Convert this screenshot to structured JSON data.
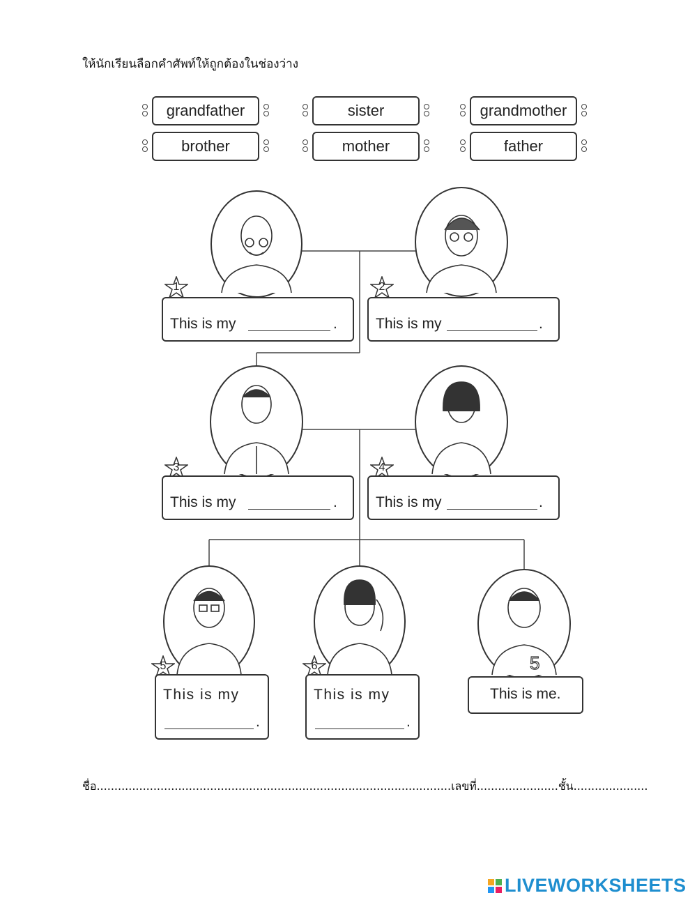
{
  "instruction": "ให้นักเรียนลือกคำศัพท์ให้ถูกต้องในช่องว่าง",
  "word_bank": [
    "grandfather",
    "sister",
    "grandmother",
    "brother",
    "mother",
    "father"
  ],
  "cards": [
    {
      "number": "1",
      "text": "This is my",
      "tail": "."
    },
    {
      "number": "2",
      "text": "This is my",
      "tail": "."
    },
    {
      "number": "3",
      "text": "This is my",
      "tail": "."
    },
    {
      "number": "4",
      "text": "This is my",
      "tail": "."
    },
    {
      "number": "5",
      "text": "This is my",
      "tail": "."
    },
    {
      "number": "6",
      "text": "This is my",
      "tail": "."
    }
  ],
  "me_card": "This is me.",
  "footer": {
    "name_label": "ชื่อ",
    "number_label": "เลขที่",
    "class_label": "ชั้น"
  },
  "brand": {
    "name": "LIVEWORKSHEETS",
    "color": "#1e8ecf",
    "squares": [
      "#f4a623",
      "#4caf50",
      "#2196f3",
      "#e91e63"
    ]
  }
}
